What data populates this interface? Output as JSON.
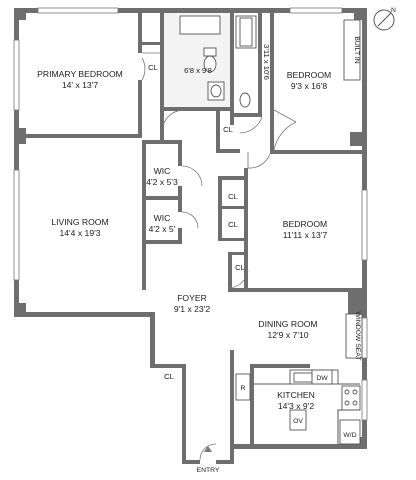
{
  "rooms": {
    "primary_bedroom": {
      "name": "PRIMARY BEDROOM",
      "dims": "14' x 13'7"
    },
    "bath_1": {
      "dims": "6'8 x 9'8"
    },
    "bath_2": {
      "dims": "3'11 x 10'6"
    },
    "bedroom_2": {
      "name": "BEDROOM",
      "dims": "9'3 x 16'8"
    },
    "wic_1": {
      "name": "WIC",
      "dims": "4'2 x 5'3"
    },
    "wic_2": {
      "name": "WIC",
      "dims": "4'2 x 5'"
    },
    "living_room": {
      "name": "LIVING ROOM",
      "dims": "14'4 x 19'3"
    },
    "bedroom_3": {
      "name": "BEDROOM",
      "dims": "11'11 x 13'7"
    },
    "foyer": {
      "name": "FOYER",
      "dims": "9'1 x 23'2"
    },
    "dining_room": {
      "name": "DINING ROOM",
      "dims": "12'9 x 7'10"
    },
    "kitchen": {
      "name": "KITCHEN",
      "dims": "14'3 x 9'2"
    }
  },
  "closets": {
    "cl_primary": "CL",
    "cl_hall": "CL",
    "cl_a": "CL",
    "cl_b": "CL",
    "cl_c": "CL",
    "cl_foyer": "CL"
  },
  "fixtures": {
    "built_in": "BUILT IN",
    "window_seat": "WINDOW SEAT",
    "dishwasher": "DW",
    "refrigerator": "R",
    "oven": "OV",
    "washer_dryer": "W/D"
  },
  "entry_label": "ENTRY",
  "compass_label": "N"
}
